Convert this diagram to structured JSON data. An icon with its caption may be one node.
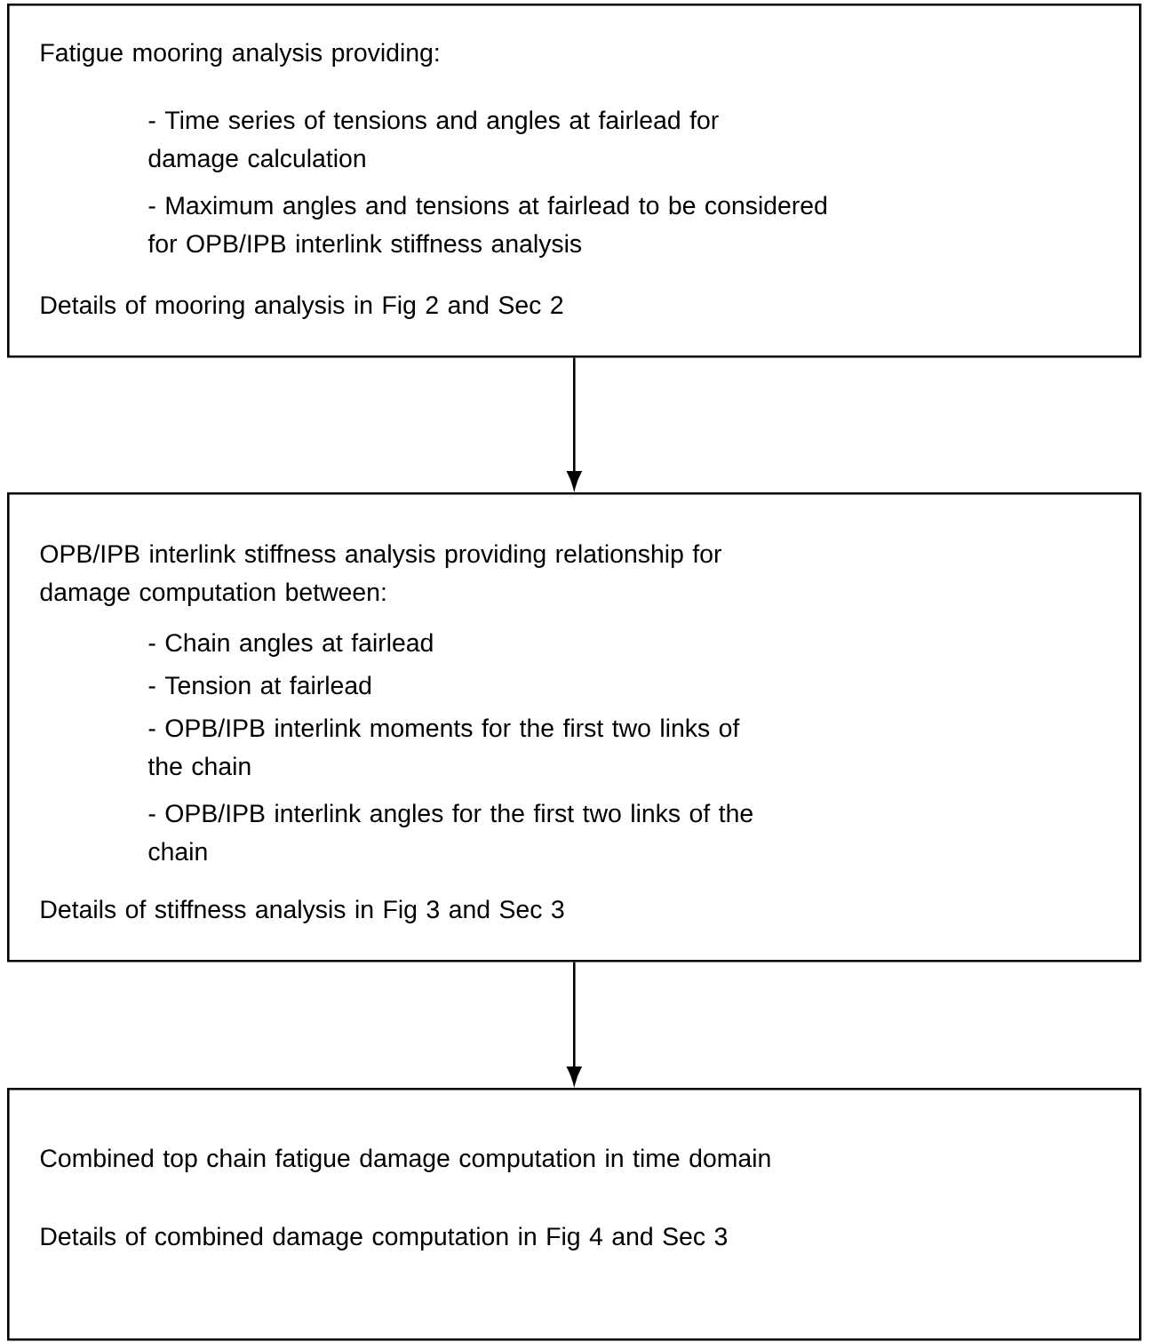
{
  "diagram": {
    "nodes": [
      {
        "text": [
          "Fatigue mooring analysis providing:",
          "- Time series of tensions and angles at fairlead for damage calculation",
          "- Maximum angles and tensions at fairlead to be considered for OPB/IPB interlink stiffness analysis",
          "Details of mooring analysis in Fig 2 and Sec 2"
        ]
      },
      {
        "text": [
          "OPB/IPB interlink stiffness analysis providing relationship for damage computation between:",
          "- Chain angles at fairlead",
          "- Tension at fairlead",
          "- OPB/IPB interlink moments for the first two links of the chain",
          "- OPB/IPB interlink angles for the first two links of the chain",
          "Details of stiffness analysis in Fig 3 and Sec 3"
        ]
      },
      {
        "text": [
          "Combined top chain fatigue damage computation in time domain",
          "Details of combined damage computation in Fig 4 and Sec 3"
        ]
      }
    ],
    "edges": [
      {
        "from": 0,
        "to": 1,
        "arrow": "to"
      },
      {
        "from": 1,
        "to": 2,
        "arrow": "to"
      }
    ]
  }
}
